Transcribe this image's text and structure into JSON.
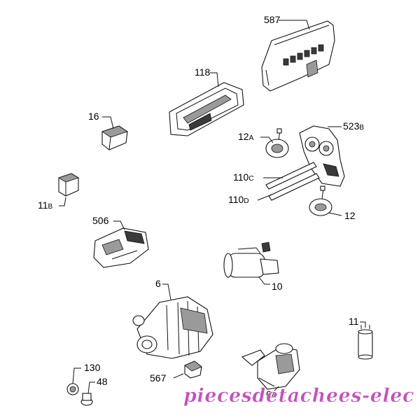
{
  "labels": {
    "l587": {
      "main": "587"
    },
    "l118": {
      "main": "118"
    },
    "l16": {
      "main": "16"
    },
    "l12a": {
      "main": "12",
      "suffix": "A"
    },
    "l523b": {
      "main": "523",
      "suffix": "B"
    },
    "l11b": {
      "main": "11",
      "suffix": "B"
    },
    "l110c": {
      "main": "110",
      "suffix": "C"
    },
    "l110d": {
      "main": "110",
      "suffix": "D"
    },
    "l12": {
      "main": "12"
    },
    "l506": {
      "main": "506"
    },
    "l10": {
      "main": "10"
    },
    "l6": {
      "main": "6"
    },
    "l11": {
      "main": "11"
    },
    "l130": {
      "main": "130"
    },
    "l48": {
      "main": "48"
    },
    "l567": {
      "main": "567"
    },
    "l6a": {
      "main": "6",
      "suffix": "A"
    }
  },
  "watermark": "piecesdetachees-elec"
}
